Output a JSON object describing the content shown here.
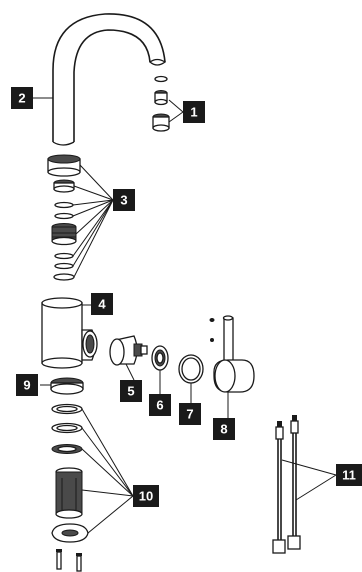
{
  "diagram": {
    "callouts": [
      {
        "id": "1",
        "label": "1"
      },
      {
        "id": "2",
        "label": "2"
      },
      {
        "id": "3",
        "label": "3"
      },
      {
        "id": "4",
        "label": "4"
      },
      {
        "id": "5",
        "label": "5"
      },
      {
        "id": "6",
        "label": "6"
      },
      {
        "id": "7",
        "label": "7"
      },
      {
        "id": "8",
        "label": "8"
      },
      {
        "id": "9",
        "label": "9"
      },
      {
        "id": "10",
        "label": "10"
      },
      {
        "id": "11",
        "label": "11"
      }
    ],
    "colors": {
      "line": "#1a1a1a",
      "callout_fill": "#1a1a1a",
      "callout_text": "#ffffff",
      "background": "#ffffff"
    }
  }
}
